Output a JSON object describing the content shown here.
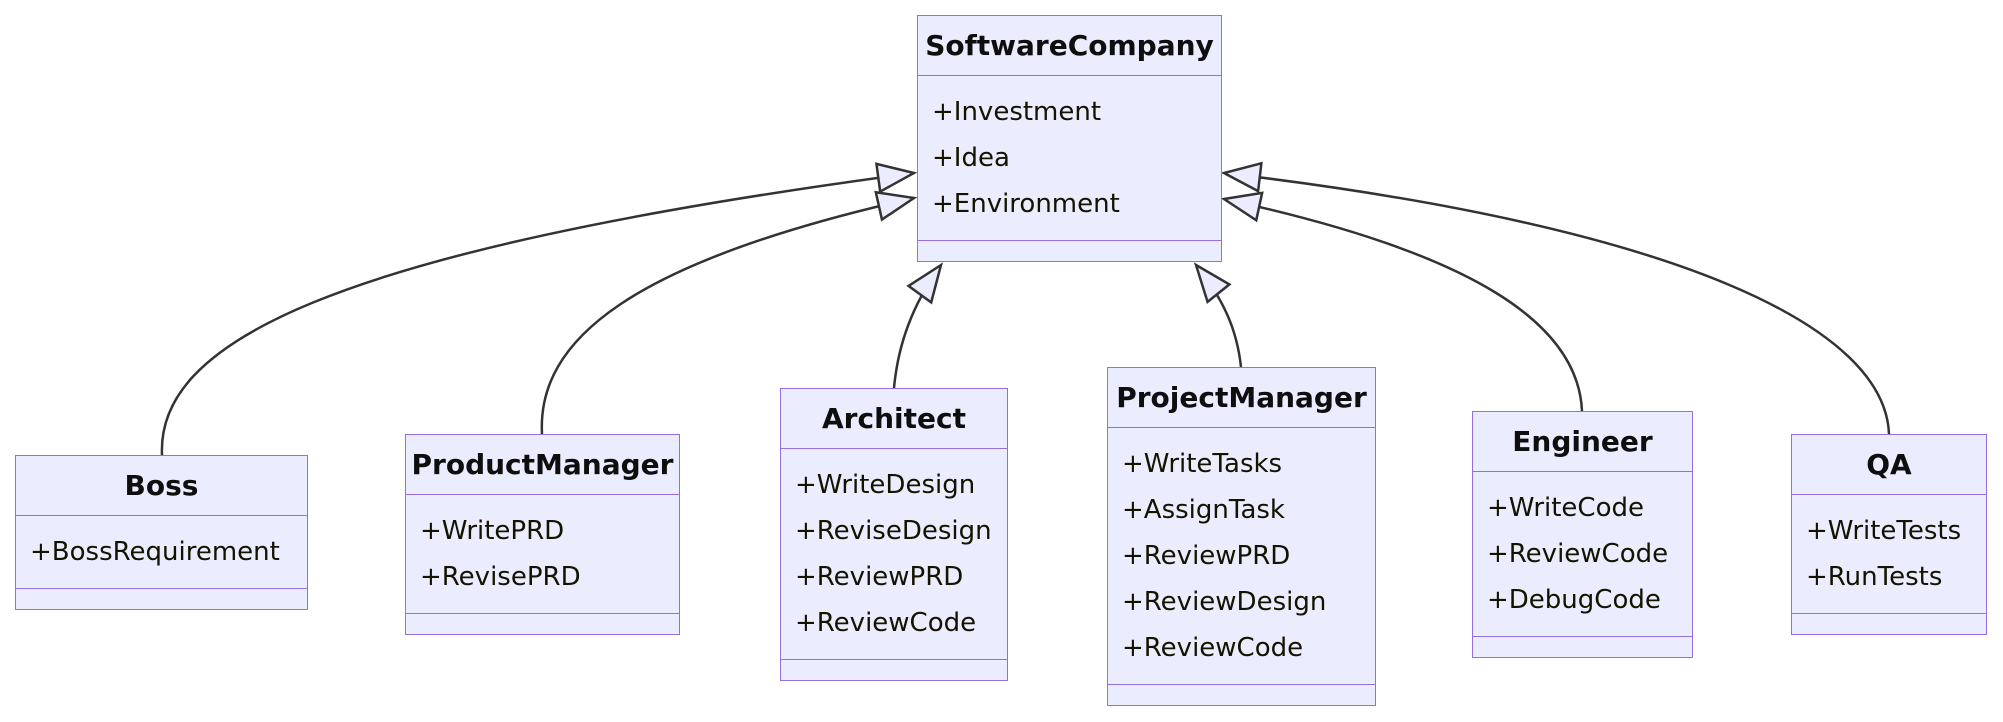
{
  "diagram": {
    "kind": "uml-class-diagram",
    "colors": {
      "node_fill": "#ECECFF",
      "node_border": "#9370DB",
      "edge_line": "#333333",
      "arrowhead_fill": "#ECECFF",
      "text": "#131300",
      "background": "#ffffff"
    },
    "classes": [
      {
        "name": "SoftwareCompany",
        "members": [
          "+Investment",
          "+Idea",
          "+Environment"
        ]
      },
      {
        "name": "Boss",
        "members": [
          "+BossRequirement"
        ]
      },
      {
        "name": "ProductManager",
        "members": [
          "+WritePRD",
          "+RevisePRD"
        ]
      },
      {
        "name": "Architect",
        "members": [
          "+WriteDesign",
          "+ReviseDesign",
          "+ReviewPRD",
          "+ReviewCode"
        ]
      },
      {
        "name": "ProjectManager",
        "members": [
          "+WriteTasks",
          "+AssignTask",
          "+ReviewPRD",
          "+ReviewDesign",
          "+ReviewCode"
        ]
      },
      {
        "name": "Engineer",
        "members": [
          "+WriteCode",
          "+ReviewCode",
          "+DebugCode"
        ]
      },
      {
        "name": "QA",
        "members": [
          "+WriteTests",
          "+RunTests"
        ]
      }
    ],
    "relations": [
      {
        "from": "Boss",
        "to": "SoftwareCompany",
        "type": "inheritance"
      },
      {
        "from": "ProductManager",
        "to": "SoftwareCompany",
        "type": "inheritance"
      },
      {
        "from": "Architect",
        "to": "SoftwareCompany",
        "type": "inheritance"
      },
      {
        "from": "ProjectManager",
        "to": "SoftwareCompany",
        "type": "inheritance"
      },
      {
        "from": "Engineer",
        "to": "SoftwareCompany",
        "type": "inheritance"
      },
      {
        "from": "QA",
        "to": "SoftwareCompany",
        "type": "inheritance"
      }
    ]
  }
}
